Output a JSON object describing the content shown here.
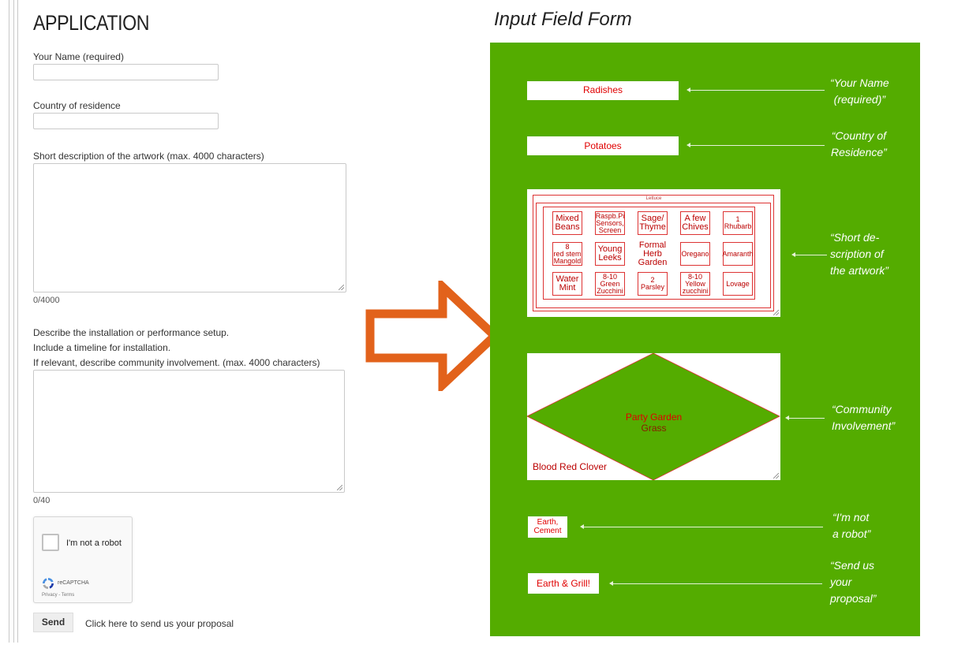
{
  "form": {
    "title": "APPLICATION",
    "name_label": "Your Name (required)",
    "country_label": "Country of residence",
    "artwork_label": "Short description of the artwork (max. 4000 characters)",
    "artwork_counter": "0/4000",
    "install_label_1": "Describe the installation or performance setup.",
    "install_label_2": "Include a timeline for installation.",
    "install_label_3": "If relevant, describe community involvement. (max. 4000 characters)",
    "install_counter": "0/40",
    "captcha_text": "I'm not a robot",
    "captcha_brand": "reCAPTCHA",
    "captcha_links": "Privacy - Terms",
    "send_label": "Send",
    "send_hint": "Click here to send us your proposal"
  },
  "diagram": {
    "title": "Input Field Form",
    "colors": {
      "background": "#54ac00",
      "accent_arrow": "#e2621b",
      "plant_text": "#e00000"
    },
    "field_name": "Radishes",
    "field_country": "Potatoes",
    "bed_label": "Lettuce",
    "grid": [
      [
        "Mixed\nBeans",
        "Raspb.Pi\nSensors,\nScreen",
        "Sage/\nThyme",
        "A few\nChives",
        "1\nRhubarb"
      ],
      [
        "8\nred stem\nMangold",
        "Young\nLeeks",
        "Formal\nHerb\nGarden",
        "Oregano",
        "Amaranth"
      ],
      [
        "Water\nMint",
        "8-10\nGreen\nZucchini",
        "2\nParsley",
        "8-10\nYellow\nzucchini",
        "Lovage"
      ]
    ],
    "diamond_line1": "Party Garden",
    "diamond_line2": "Grass",
    "clover": "Blood Red Clover",
    "captcha_field": "Earth,\nCement",
    "send_field": "Earth & Grill!",
    "notes": {
      "name": "“Your Name\n(required)”",
      "country": "“Country of\nResidence”",
      "artwork": "“Short de-\nscription of\nthe artwork”",
      "community": "“Community\nInvolvement”",
      "robot": "“I'm not\na robot”",
      "send": "“Send us\nyour\nproposal”"
    }
  }
}
